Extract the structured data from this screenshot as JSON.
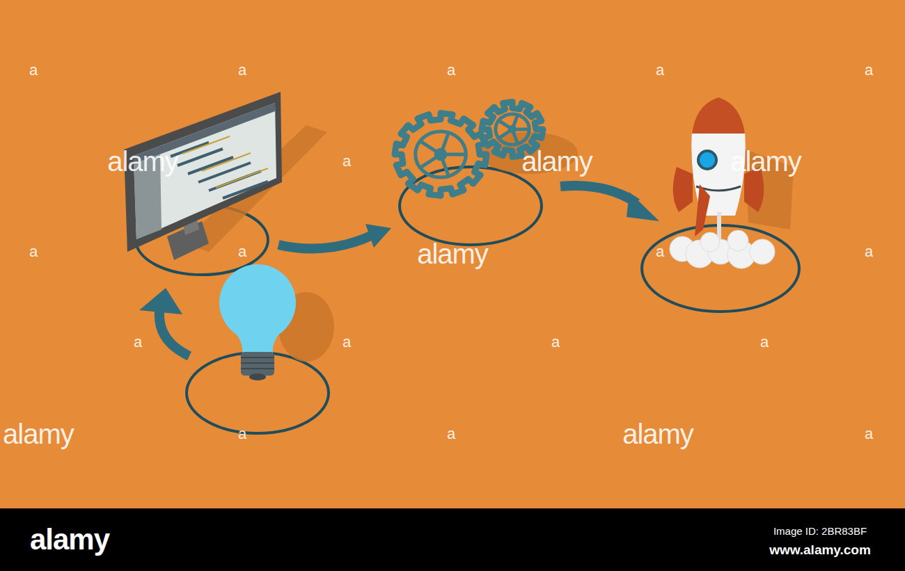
{
  "diagram": {
    "labels": [
      "a",
      "a",
      "a",
      "a",
      "a",
      "alamy",
      "a",
      "alamy",
      "alamy",
      "a",
      "a",
      "alamy",
      "a",
      "a",
      "a",
      "a",
      "a",
      "a",
      "alamy",
      "a",
      "a",
      "alamy",
      "a",
      "alamy",
      "Image ID: 2BR83BF",
      "www.alamy.com"
    ]
  }
}
